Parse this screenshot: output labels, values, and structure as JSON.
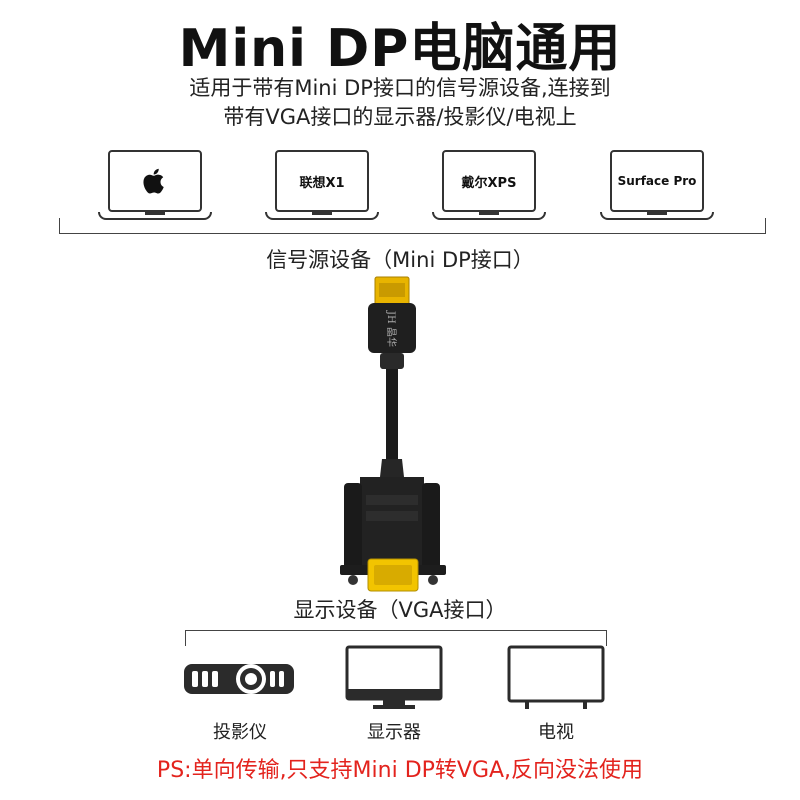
{
  "header": {
    "title": "Mini DP电脑通用",
    "subtitle_line1": "适用于带有Mini DP接口的信号源设备,连接到",
    "subtitle_line2": "带有VGA接口的显示器/投影仪/电视上"
  },
  "laptops": [
    {
      "label": "",
      "icon": "apple-logo-icon"
    },
    {
      "label": "联想X1"
    },
    {
      "label": "戴尔XPS"
    },
    {
      "label": "Surface Pro"
    }
  ],
  "source_label": "信号源设备（Mini DP接口）",
  "cable": {
    "plug_text": "JH 晶华",
    "colors": {
      "plug": "#e8b400",
      "cable": "#1b1b1b",
      "vga_pins": "#f2c400"
    }
  },
  "display_label": "显示设备（VGA接口）",
  "devices": [
    {
      "label": "投影仪",
      "icon": "projector-icon"
    },
    {
      "label": "显示器",
      "icon": "monitor-icon"
    },
    {
      "label": "电视",
      "icon": "tv-icon"
    }
  ],
  "footer": {
    "note": "PS:单向传输,只支持Mini DP转VGA,反向没法使用",
    "note_color": "#e3231d"
  }
}
